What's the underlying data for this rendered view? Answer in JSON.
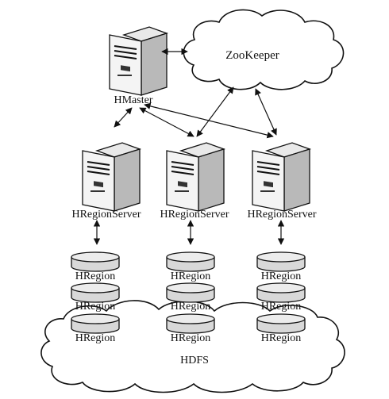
{
  "nodes": {
    "master": "HMaster",
    "zookeeper": "ZooKeeper",
    "region_servers": [
      "HRegionServer",
      "HRegionServer",
      "HRegionServer"
    ],
    "region_label": "HRegion",
    "hdfs": "HDFS"
  },
  "colors": {
    "ink": "#111111",
    "server_light": "#f4f4f4",
    "server_shade": "#b9b9b9",
    "disk_fill": "#d8d8d8",
    "disk_top": "#ececec"
  }
}
